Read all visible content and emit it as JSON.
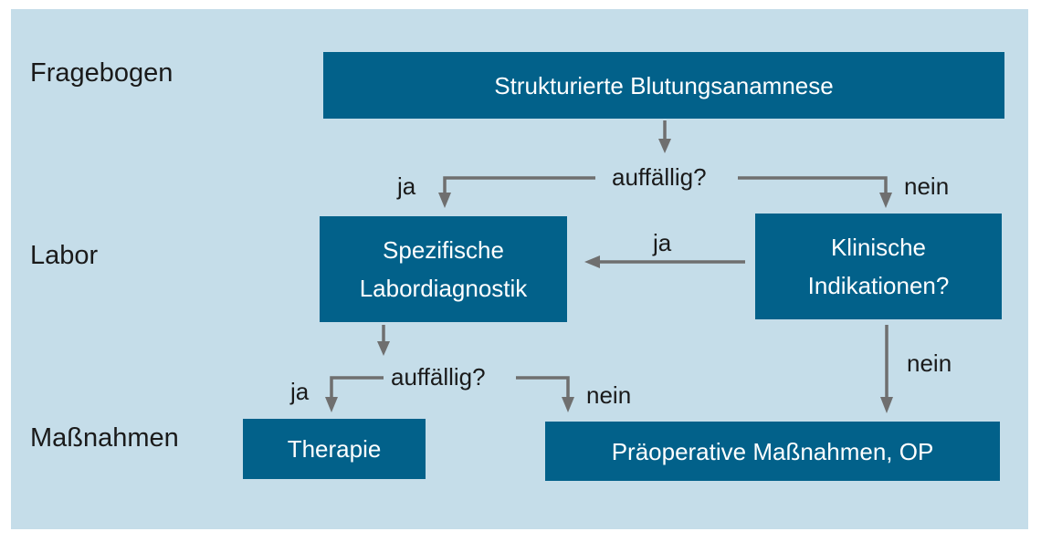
{
  "rows": {
    "questionnaire": "Fragebogen",
    "lab": "Labor",
    "measures": "Maßnahmen"
  },
  "nodes": {
    "anamnesis": "Strukturierte Blutungsanamnese",
    "specific_lab_line1": "Spezifische",
    "specific_lab_line2": "Labordiagnostik",
    "clinical_line1": "Klinische",
    "clinical_line2": "Indikationen?",
    "therapy": "Therapie",
    "preop": "Präoperative Maßnahmen, OP"
  },
  "decisions": {
    "abnormal_1": "auffällig?",
    "abnormal_2": "auffällig?"
  },
  "edge_labels": {
    "yes_1": "ja",
    "no_1": "nein",
    "yes_clinical": "ja",
    "no_clinical": "nein",
    "yes_2": "ja",
    "no_2": "nein"
  },
  "colors": {
    "background": "#c5dde9",
    "box": "#02618a",
    "box_text": "#ffffff",
    "arrow": "#6f6f6f"
  }
}
